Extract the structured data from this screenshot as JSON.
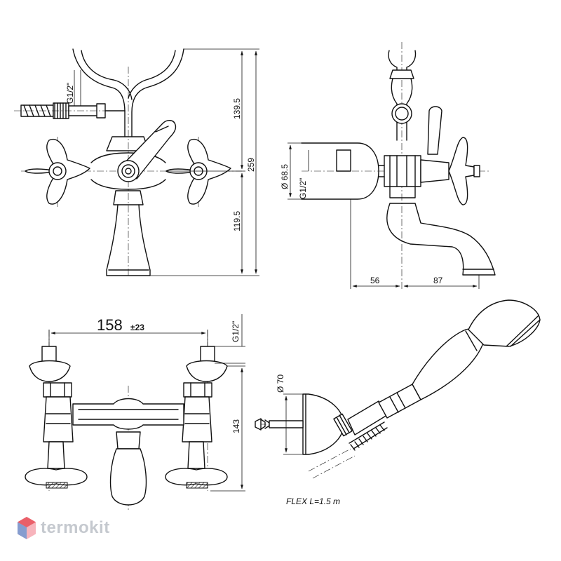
{
  "dimensions": {
    "front_top": "139.5",
    "front_total": "259",
    "front_bottom": "119.5",
    "thread_front": "G1/2\"",
    "side_diameter": "Ø 68.5",
    "side_thread": "G1/2\"",
    "side_left": "56",
    "side_right": "87",
    "top_span_main": "158",
    "top_span_tol": "±23",
    "top_thread": "G1/2\"",
    "top_height": "143",
    "shower_diameter": "Ø 70"
  },
  "notes": {
    "flex": "FLEX  L=1.5  m"
  },
  "brand": {
    "name": "termokit",
    "logo_colors": [
      "#e8505b",
      "#4a90d9",
      "#f6a7b0"
    ]
  }
}
